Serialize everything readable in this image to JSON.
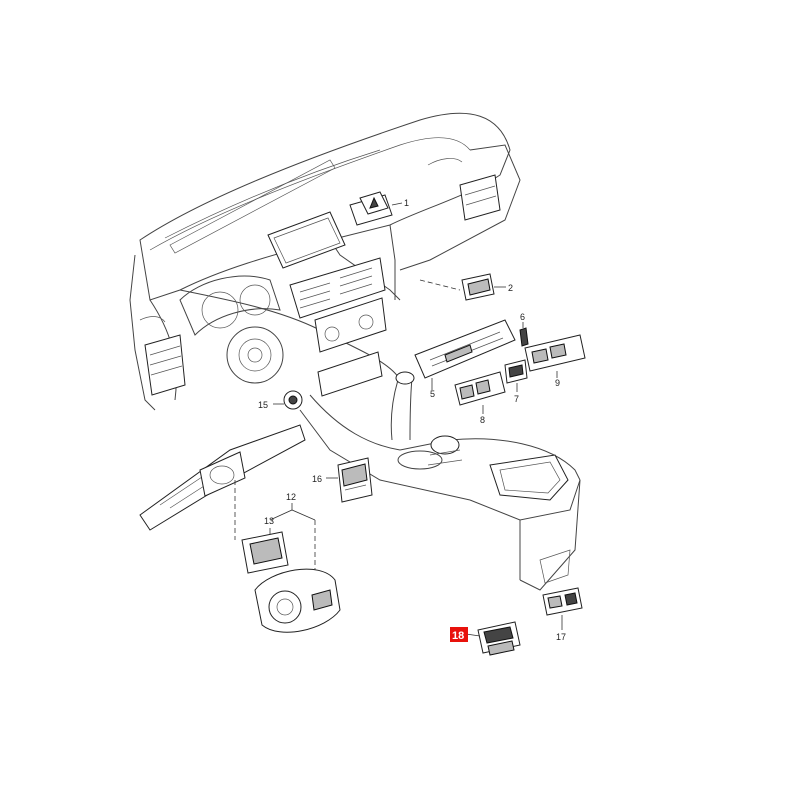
{
  "diagram": {
    "parts": [
      {
        "id": "1",
        "label": "1"
      },
      {
        "id": "2",
        "label": "2"
      },
      {
        "id": "5",
        "label": "5"
      },
      {
        "id": "6",
        "label": "6"
      },
      {
        "id": "7",
        "label": "7"
      },
      {
        "id": "8",
        "label": "8"
      },
      {
        "id": "9",
        "label": "9"
      },
      {
        "id": "12",
        "label": "12"
      },
      {
        "id": "13",
        "label": "13"
      },
      {
        "id": "15",
        "label": "15"
      },
      {
        "id": "16",
        "label": "16"
      },
      {
        "id": "17",
        "label": "17"
      }
    ],
    "highlighted_part": {
      "label": "18",
      "color": "#e8120c"
    }
  }
}
